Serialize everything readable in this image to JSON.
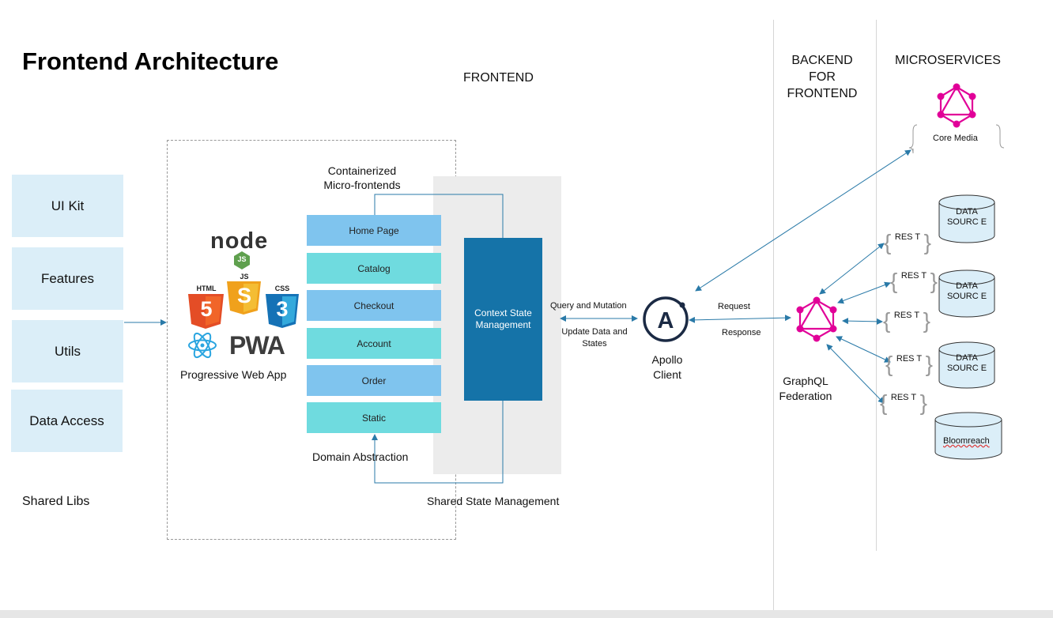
{
  "title": "Frontend Architecture",
  "headers": {
    "frontend": "FRONTEND",
    "bff": [
      "BACKEND",
      "FOR",
      "FRONTEND"
    ],
    "microservices": "MICROSERVICES"
  },
  "shared_libs": {
    "items": [
      "UI Kit",
      "Features",
      "Utils",
      "Data Access"
    ],
    "caption": "Shared Libs"
  },
  "pwa": {
    "caption": "Progressive Web App",
    "logos": [
      "node-js",
      "HTML",
      "JS",
      "CSS",
      "react-atom",
      "PWA"
    ],
    "node_text": "node",
    "js_badge": "JS",
    "html_text": "HTML",
    "js_text": "JS",
    "css_text": "CSS",
    "pwa_text": "PWA",
    "html_num": "5",
    "js_num": "S",
    "css_num": "3"
  },
  "micro_frontends": {
    "caption": "Containerized Micro-frontends",
    "items": [
      "Home Page",
      "Catalog",
      "Checkout",
      "Account",
      "Order",
      "Static"
    ],
    "domain_caption": "Domain Abstraction"
  },
  "context": {
    "label": "Context State Management"
  },
  "shared_state_caption": "Shared State Management",
  "query_label": "Query and Mutation",
  "update_label": "Update Data and States",
  "apollo": {
    "label": "Apollo Client",
    "glyph": "A"
  },
  "request_label": "Request",
  "response_label": "Response",
  "graphql": {
    "label": "GraphQL Federation"
  },
  "core_media": "Core Media",
  "rest_label": "RES T",
  "data_source_label": "DATA SOURC E",
  "bloomreach": "Bloomreach",
  "colors": {
    "lib_box": "#dbeef8",
    "mfe_blue": "#7fc4ee",
    "mfe_teal": "#6fdbdf",
    "context": "#1573a8",
    "graphql": "#e10098",
    "arrow": "#2a7aa8"
  }
}
